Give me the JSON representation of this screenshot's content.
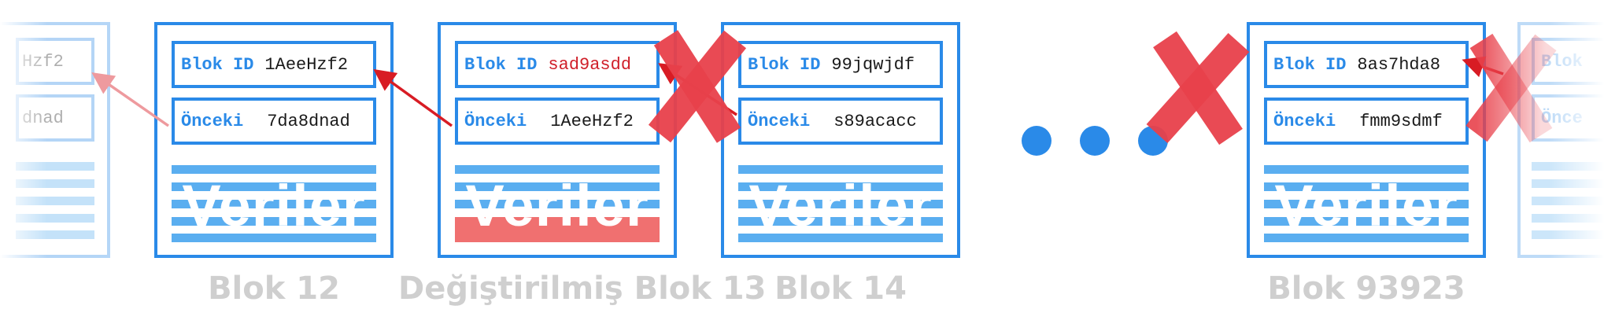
{
  "left_partial": {
    "id_fragment": "Hzf2",
    "prev_fragment": "dnad"
  },
  "blocks": [
    {
      "id_label": "Blok ID",
      "id_value": "1AeeHzf2",
      "prev_label": "Önceki",
      "prev_value": "7da8dnad",
      "data_label": "Veriler",
      "caption": "Blok 12"
    },
    {
      "id_label": "Blok ID",
      "id_value": "sad9asdd",
      "prev_label": "Önceki",
      "prev_value": "1AeeHzf2",
      "data_label": "Veriler",
      "caption": "Değiştirilmiş Blok 13"
    },
    {
      "id_label": "Blok ID",
      "id_value": "99jqwjdf",
      "prev_label": "Önceki",
      "prev_value": "s89acacc",
      "data_label": "Veriler",
      "caption": "Blok 14"
    },
    {
      "id_label": "Blok ID",
      "id_value": "8as7hda8",
      "prev_label": "Önceki",
      "prev_value": "fmm9sdmf",
      "data_label": "Veriler",
      "caption": "Blok 93923"
    }
  ],
  "right_partial": {
    "id_fragment": "Blok",
    "prev_fragment": "Önce"
  },
  "colors": {
    "block_border": "#2a8ae8",
    "label_blue": "#2a8ae8",
    "stripe_blue": "#5aaef0",
    "tampered_red": "#d0202a",
    "tampered_stripe": "#f07070",
    "cross_red": "#e8414b",
    "arrow_red": "#d81c24",
    "caption_gray": "#cfcfcf"
  },
  "icons": [
    "cross-icon",
    "arrow-icon",
    "ellipsis-dots"
  ]
}
